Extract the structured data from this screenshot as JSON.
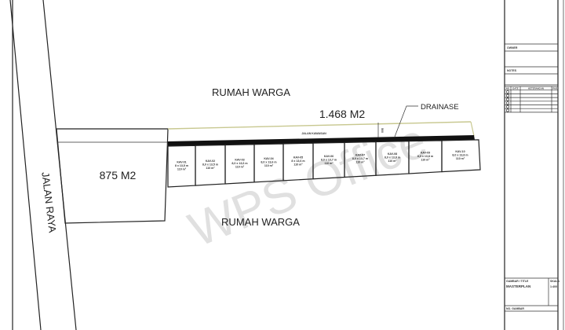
{
  "labels": {
    "north_neighbor": "RUMAH WARGA",
    "south_neighbor": "RUMAH WARGA",
    "main_road": "JALAN RAYA",
    "lot_area": "875 M2",
    "strip_area": "1.468 M2",
    "drainage": "DRAINASE",
    "access_road": "JALAN KAWASAN",
    "road_width": "500"
  },
  "plots": [
    {
      "name": "KAV-01",
      "dim": "8 x 13,5 m",
      "area": "110 m²"
    },
    {
      "name": "KAV-02",
      "dim": "8,0 x 13,5 m",
      "area": "110 m²"
    },
    {
      "name": "KAV-03",
      "dim": "8,0 x 13,6 m",
      "area": "110 m²"
    },
    {
      "name": "KAV-04",
      "dim": "8,0 x 13,6 m",
      "area": "110 m²"
    },
    {
      "name": "KAV-05",
      "dim": "8 x 13,6 m",
      "area": "110 m²"
    },
    {
      "name": "KAV-06",
      "dim": "8,0 x 13,7 m",
      "area": "110 m²"
    },
    {
      "name": "KAV-07",
      "dim": "8,0 x 13,7 m",
      "area": "110 m²"
    },
    {
      "name": "KAV-08",
      "dim": "8,0 x 13,8 m",
      "area": "110 m²"
    },
    {
      "name": "KAV-09",
      "dim": "8,0 x 13,8 m",
      "area": "110 m²"
    },
    {
      "name": "KAV-10",
      "dim": "8,0 x 13,8 m",
      "area": "110 m²"
    }
  ],
  "title_block": {
    "owner_label": "OWNER",
    "notes_label": "NOTES",
    "revision_headers": [
      "NO",
      "DATE",
      "KETERANGAN",
      "PAR"
    ],
    "drawing_title_label": "GAMBAR / TITLE",
    "drawing_title": "MASTERPLAN",
    "scale_label": "SKALA",
    "scale": "1:400",
    "number_label": "NO. GAMBAR"
  },
  "watermark": "WPS Office",
  "colors": {
    "line": "#222222",
    "strip_edge": "#c8c890",
    "drain": "#111111",
    "watermark": "#d0d0d0"
  }
}
